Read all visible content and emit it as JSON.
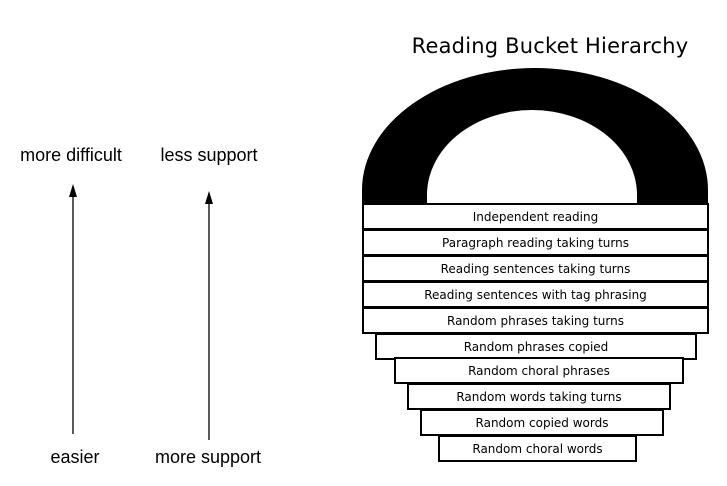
{
  "title": "Reading Bucket Hierarchy",
  "axes": {
    "difficulty": {
      "top_label": "more difficult",
      "bottom_label": "easier"
    },
    "support": {
      "top_label": "less support",
      "bottom_label": "more support"
    }
  },
  "bucket": {
    "handle_color": "#000000",
    "levels": [
      "Independent reading",
      "Paragraph reading taking turns",
      "Reading sentences taking turns",
      "Reading sentences with tag phrasing",
      "Random phrases taking turns",
      "Random phrases copied",
      "Random choral phrases",
      "Random words taking turns",
      "Random copied words",
      "Random choral words"
    ]
  }
}
